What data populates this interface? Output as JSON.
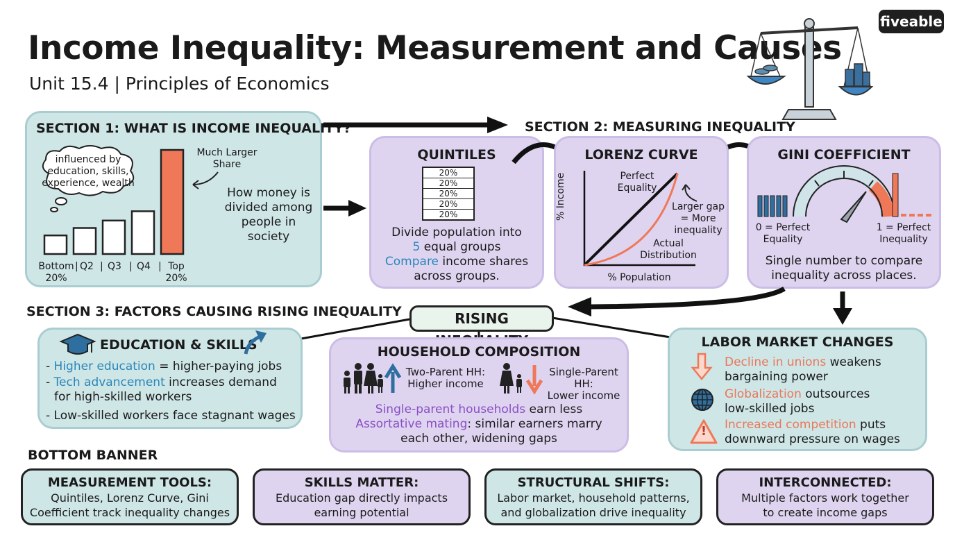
{
  "header": {
    "title": "Income Inequality: Measurement and Causes",
    "subtitle": "Unit 15.4 | Principles of Economics",
    "logo": "fiveable"
  },
  "section1": {
    "label": "SECTION 1: WHAT IS INCOME INEQUALITY?",
    "thought": [
      "influenced by",
      "education, skills,",
      "experience, wealth"
    ],
    "callout": [
      "Much Larger",
      "Share"
    ],
    "description": [
      "How money is",
      "divided among",
      "people in",
      "society"
    ],
    "bar_labels": [
      [
        "Bottom",
        "20%"
      ],
      [
        "Q2"
      ],
      [
        "Q3"
      ],
      [
        "Q4"
      ],
      [
        "Top",
        "20%"
      ]
    ],
    "separator": "|"
  },
  "chart_data": {
    "type": "bar",
    "categories": [
      "Bottom 20%",
      "Q2",
      "Q3",
      "Q4",
      "Top 20%"
    ],
    "values": [
      1,
      1.4,
      1.8,
      2.3,
      5.6
    ],
    "title": "",
    "xlabel": "",
    "ylabel": "",
    "highlight_color": "#ef7859"
  },
  "section2": {
    "label": "SECTION 2: MEASURING INEQUALITY",
    "quintiles": {
      "title": "QUINTILES",
      "rows": [
        "20%",
        "20%",
        "20%",
        "20%",
        "20%"
      ],
      "line1": "Divide population into",
      "line2_num": "5",
      "line2_rest": " equal groups",
      "line3_hl": "Compare",
      "line3_rest": " income shares",
      "line4": "across groups."
    },
    "lorenz": {
      "title": "LORENZ CURVE",
      "perfect": [
        "Perfect",
        "Equality"
      ],
      "gap": [
        "Larger gap",
        "= More",
        "inequality"
      ],
      "actual": [
        "Actual",
        "Distribution"
      ],
      "ylabel": "% Income",
      "xlabel": "% Population"
    },
    "gini": {
      "title": "GINI COEFFICIENT",
      "zero": [
        "0 = Perfect",
        "Equality"
      ],
      "one": [
        "1 = Perfect",
        "Inequality"
      ],
      "desc": [
        "Single number to compare",
        "inequality across places."
      ]
    }
  },
  "section3": {
    "label": "SECTION 3: FACTORS CAUSING RISING INEQUALITY",
    "hub": "RISING INEQUALITY",
    "education": {
      "title": "EDUCATION & SKILLS",
      "l1_dash": "- ",
      "l1_hl": "Higher education",
      "l1_rest": " = higher-paying jobs",
      "l2_dash": "- ",
      "l2_hl": "Tech advancement",
      "l2_rest": " increases demand",
      "l2_cont": "for high-skilled workers",
      "l3": "- Low-skilled workers face stagnant wages"
    },
    "household": {
      "title": "HOUSEHOLD COMPOSITION",
      "two_parent": [
        "Two-Parent HH:",
        "Higher income"
      ],
      "single_parent": [
        "Single-Parent HH:",
        "Lower income"
      ],
      "l1_hl": "Single-parent households",
      "l1_rest": " earn less",
      "l2_hl": "Assortative mating",
      "l2_rest": ": similar earners marry",
      "l2_cont": "each other, widening gaps"
    },
    "labor": {
      "title": "LABOR MARKET CHANGES",
      "l1_hl": "Decline in unions",
      "l1_rest": " weakens",
      "l1_cont": "bargaining power",
      "l2_hl": "Globalization",
      "l2_rest": " outsources",
      "l2_cont": "low-skilled jobs",
      "l3_hl": "Increased competition",
      "l3_rest": " puts",
      "l3_cont": "downward pressure on wages",
      "warn": "!"
    }
  },
  "bottom": {
    "label": "BOTTOM BANNER",
    "cards": [
      {
        "title": "MEASUREMENT TOOLS:",
        "lines": [
          "Quintiles, Lorenz Curve, Gini",
          "Coefficient track inequality changes"
        ]
      },
      {
        "title": "SKILLS MATTER:",
        "lines": [
          "Education gap directly impacts",
          "earning potential"
        ]
      },
      {
        "title": "STRUCTURAL SHIFTS:",
        "lines": [
          "Labor market, household patterns,",
          "and globalization drive inequality"
        ]
      },
      {
        "title": "INTERCONNECTED:",
        "lines": [
          "Multiple factors work together",
          "to create income gaps"
        ]
      }
    ]
  },
  "colors": {
    "teal": "#cfe6e7",
    "purple": "#ded4f0",
    "orange": "#ef7859",
    "blue": "#2a86b8",
    "gauge_blue": "#2f6f9f"
  }
}
